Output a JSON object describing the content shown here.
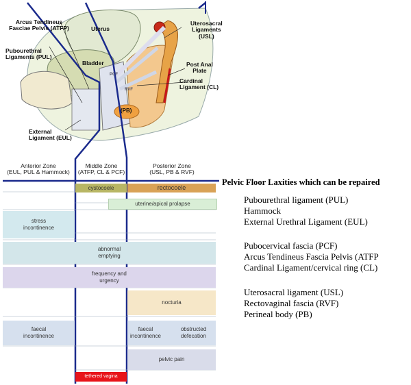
{
  "anatomy_labels": {
    "atfp": "Arcus Tendineus\nFasciae Pelvis (ATFP)",
    "uterus": "Uterus",
    "pul": "Pubourethral\nLigaments (PUL)",
    "bladder": "Bladder",
    "usl": "Uterosacral\nLigaments\n(USL)",
    "post_anal": "Post Anal\nPlate",
    "cl": "Cardinal\nLigament (CL)",
    "pb": "(PB)",
    "eul": "External\nLigament (EUL)",
    "pcf": "PCF",
    "rvf": "RVF"
  },
  "zones": {
    "anterior": "Anterior Zone\n(EUL, PUL & Hammock)",
    "middle": "Middle Zone\n(ATFP, CL & PCF)",
    "posterior": "Posterior Zone\n(USL, PB & RVF)"
  },
  "boxes": {
    "cystocoele": "cystocoele",
    "rectocoele": "rectocoele",
    "prolapse": "uterine/apical prolapse",
    "stress": "stress\nincontinence",
    "emptying": "abnormal\nemptying",
    "frequency": "frequency and\nurgency",
    "nocturia": "nocturia",
    "faecal_left": "faecal\nincontinence",
    "faecal_right": "faecal\nincontinence",
    "obstructed": "obstructed\ndefecation",
    "pelvic_pain": "pelvic pain",
    "tethered": "tethered vagina"
  },
  "legend": {
    "title": "Pelvic Floor Laxities which can be repaired",
    "groups": [
      [
        "Pubourethral ligament (PUL)",
        "Hammock",
        "External Urethral Ligament (EUL)"
      ],
      [
        "Pubocervical fascia (PCF)",
        "Arcus Tendineus Fascia Pelvis (ATFP",
        "Cardinal Ligament/cervical ring (CL)"
      ],
      [
        "Uterosacral ligament (USL)",
        "Rectovaginal fascia (RVF)",
        "Perineal body (PB)"
      ]
    ]
  },
  "colors": {
    "zone_line": "#1a2a8c",
    "stress": "#d3e9ee",
    "emptying": "#d3e6ea",
    "frequency": "#dcd6ec",
    "nocturia": "#f6e7c8",
    "faecal": "#d6e0ee",
    "pelvic_pain": "#d9dcea",
    "cystocoele": "#b8b664",
    "rectocoele": "#d9a256",
    "prolapse": "#d9eed6",
    "tethered": "#e8141a"
  }
}
